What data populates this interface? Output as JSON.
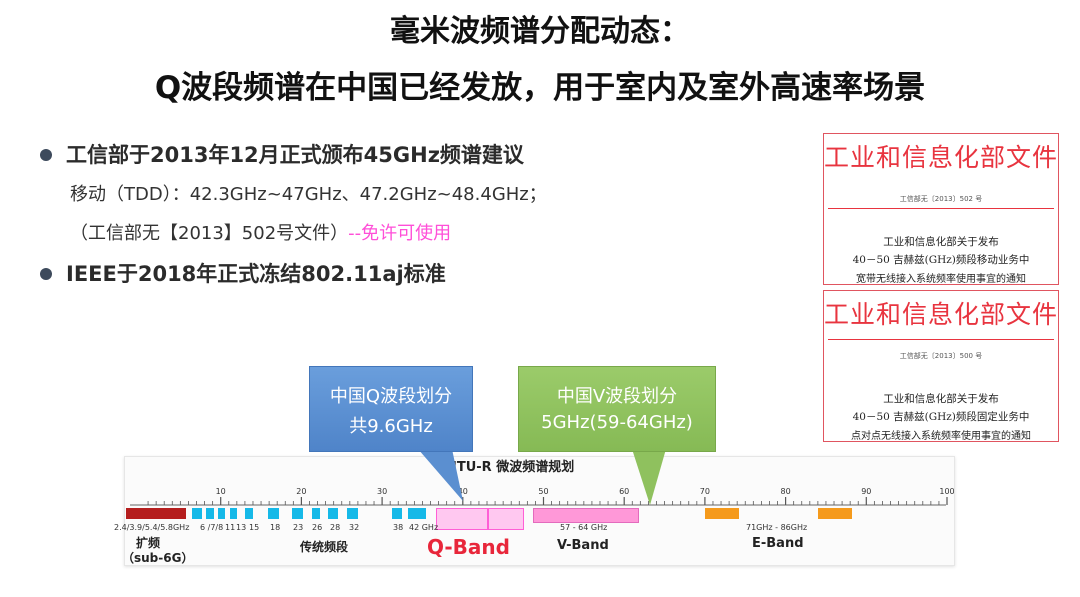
{
  "title": {
    "line1": "毫米波频谱分配动态：",
    "line2": "Q波段频谱在中国已经发放，用于室内及室外高速率场景"
  },
  "bullets": [
    {
      "text": "工信部于2013年12月正式颁布45GHz频谱建议",
      "sub1": "移动（TDD）：42.3GHz~47GHz、47.2GHz~48.4GHz；",
      "sub2_prefix": "（工信部无【2013】502号文件）",
      "sub2_highlight": "--免许可使用"
    },
    {
      "text": "IEEE于2018年正式冻结802.11aj标准"
    }
  ],
  "documents": [
    {
      "header": "工业和信息化部文件",
      "number": "工信部无〔2013〕502 号",
      "lines": [
        "工业和信息化部关于发布",
        "40－50 吉赫兹(GHz)频段移动业务中",
        "宽带无线接入系统频率使用事宜的通知"
      ]
    },
    {
      "header": "工业和信息化部文件",
      "number": "工信部无〔2013〕500 号",
      "lines": [
        "工业和信息化部关于发布",
        "40－50 吉赫兹(GHz)频段固定业务中",
        "点对点无线接入系统频率使用事宜的通知"
      ]
    }
  ],
  "callouts": {
    "q": {
      "line1": "中国Q波段划分",
      "line2": "共9.6GHz",
      "color": "#5b8fd0"
    },
    "v": {
      "line1": "中国V波段划分",
      "line2": "5GHz(59-64GHz)",
      "color": "#8fc15e"
    }
  },
  "spectrum": {
    "title": "ITU-R 微波频谱规划",
    "ticks": [
      "10",
      "20",
      "30",
      "40",
      "50",
      "60",
      "70",
      "80",
      "90",
      "100"
    ],
    "small_labels": {
      "sub6": "2.4/3.9/5.4/5.8GHz",
      "b1": "6 /7/8",
      "b2": "11",
      "b3": "13",
      "b4": "15",
      "b5": "18",
      "b6": "23",
      "b7": "26",
      "b8": "28",
      "b9": "32",
      "b10": "38",
      "b11": "42 GHz",
      "v": "57 - 64 GHz",
      "e": "71GHz - 86GHz"
    },
    "groups": {
      "expand": "扩频",
      "sub6g": "（sub-6G）",
      "traditional": "传统频段",
      "qband": "Q-Band",
      "vband": "V-Band",
      "eband": "E-Band"
    },
    "colors": {
      "sub6": "#b51e1e",
      "traditional": "#16b9e8",
      "q": "#ff9be8",
      "v": "#ff8fd6",
      "e": "#f59a1c"
    }
  }
}
